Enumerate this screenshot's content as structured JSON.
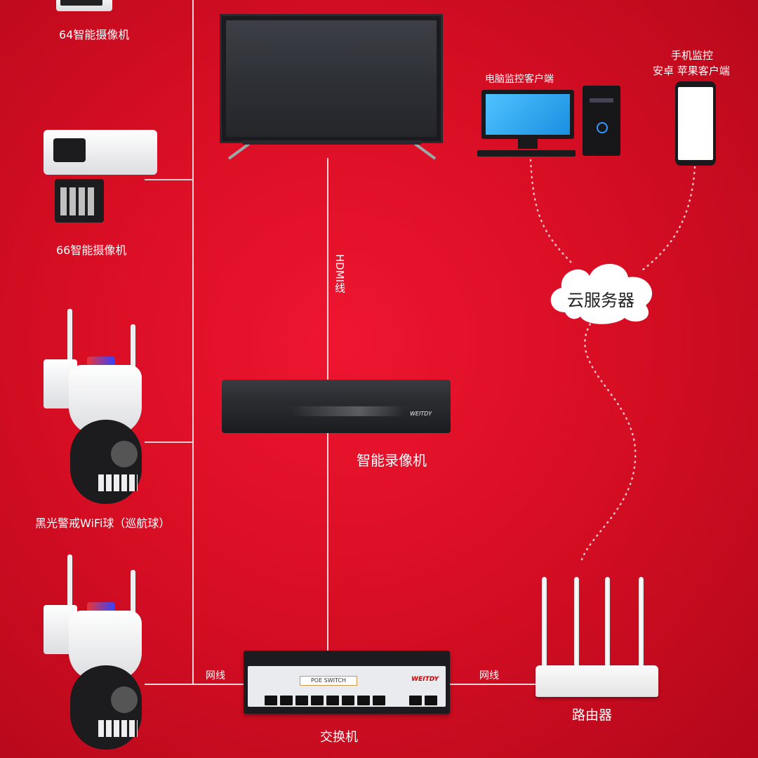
{
  "labels": {
    "cam64": "64智能摄像机",
    "cam66": "66智能摄像机",
    "wifi_ball": "黑光警戒WiFi球（巡航球）",
    "pc_client": "电脑监控客户端",
    "mobile_line1": "手机监控",
    "mobile_line2": "安卓 苹果客户端",
    "cloud": "云服务器",
    "hdmi": "HDMI线",
    "nvr": "智能录像机",
    "switch": "交换机",
    "router": "路由器",
    "cable_left": "网线",
    "cable_right": "网线"
  },
  "devices": {
    "switch_panel": "POE SWITCH",
    "switch_brand": "WEITDY",
    "nvr_brand": "WEITDY"
  },
  "colors": {
    "background": "#d80e24",
    "wire": "#f3d3d6",
    "text": "#ffffff"
  },
  "icons": [
    "tv-icon",
    "nvr-icon",
    "switch-icon",
    "router-icon",
    "desktop-pc-icon",
    "smartphone-icon",
    "cloud-icon",
    "bullet-camera-icon",
    "ptz-wifi-camera-icon"
  ]
}
